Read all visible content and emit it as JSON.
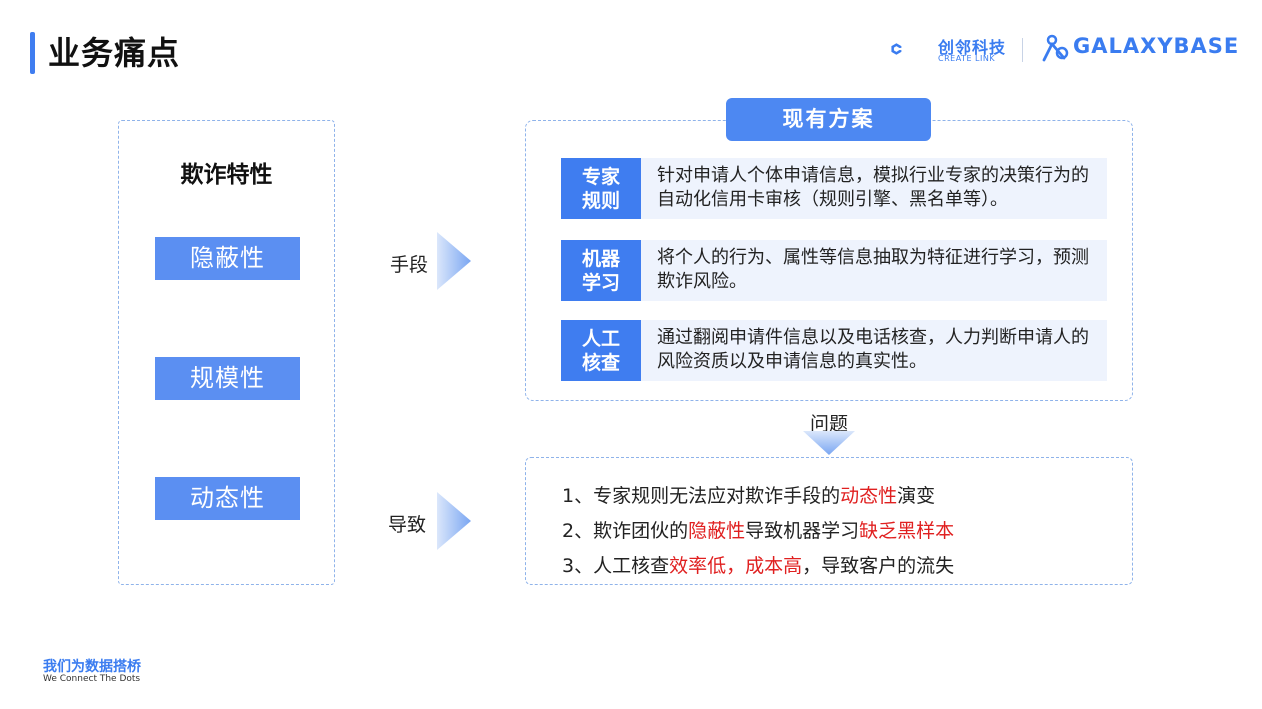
{
  "header": {
    "title": "业务痛点"
  },
  "logos": {
    "createlink": {
      "cn": "创邻科技",
      "en": "CREATE LINK",
      "icon": "hexagon-c-logo-icon"
    },
    "galaxybase": {
      "text": "GALAXYBASE",
      "icon": "link-person-logo-icon"
    }
  },
  "left": {
    "title": "欺诈特性",
    "traits": [
      "隐蔽性",
      "规模性",
      "动态性"
    ]
  },
  "arrows": {
    "means": "手段",
    "leads": "导致",
    "issue": "问题"
  },
  "scheme": {
    "title": "现有方案",
    "rows": [
      {
        "tag_line1": "专家",
        "tag_line2": "规则",
        "text": "针对申请人个体申请信息，模拟行业专家的决策行为的自动化信用卡审核（规则引擎、黑名单等）。"
      },
      {
        "tag_line1": "机器",
        "tag_line2": "学习",
        "text": "将个人的行为、属性等信息抽取为特征进行学习，预测欺诈风险。"
      },
      {
        "tag_line1": "人工",
        "tag_line2": "核查",
        "text": "通过翻阅申请件信息以及电话核查，人力判断申请人的风险资质以及申请信息的真实性。"
      }
    ]
  },
  "problems": [
    {
      "a": "1、专家规则无法应对欺诈手段的",
      "b": "动态性",
      "c": "演变",
      "d": "",
      "e": ""
    },
    {
      "a": "2、欺诈团伙的",
      "b": "隐蔽性",
      "c": "导致机器学习",
      "d": "缺乏黑样本",
      "e": ""
    },
    {
      "a": "3、人工核查",
      "b": "效率低，成本高",
      "c": "，导致客户的流失",
      "d": "",
      "e": ""
    }
  ],
  "footer": {
    "cn": "我们为数据搭桥",
    "en": "We Connect The Dots"
  },
  "colors": {
    "accent": "#3f7df0",
    "highlight": "#e02020"
  }
}
